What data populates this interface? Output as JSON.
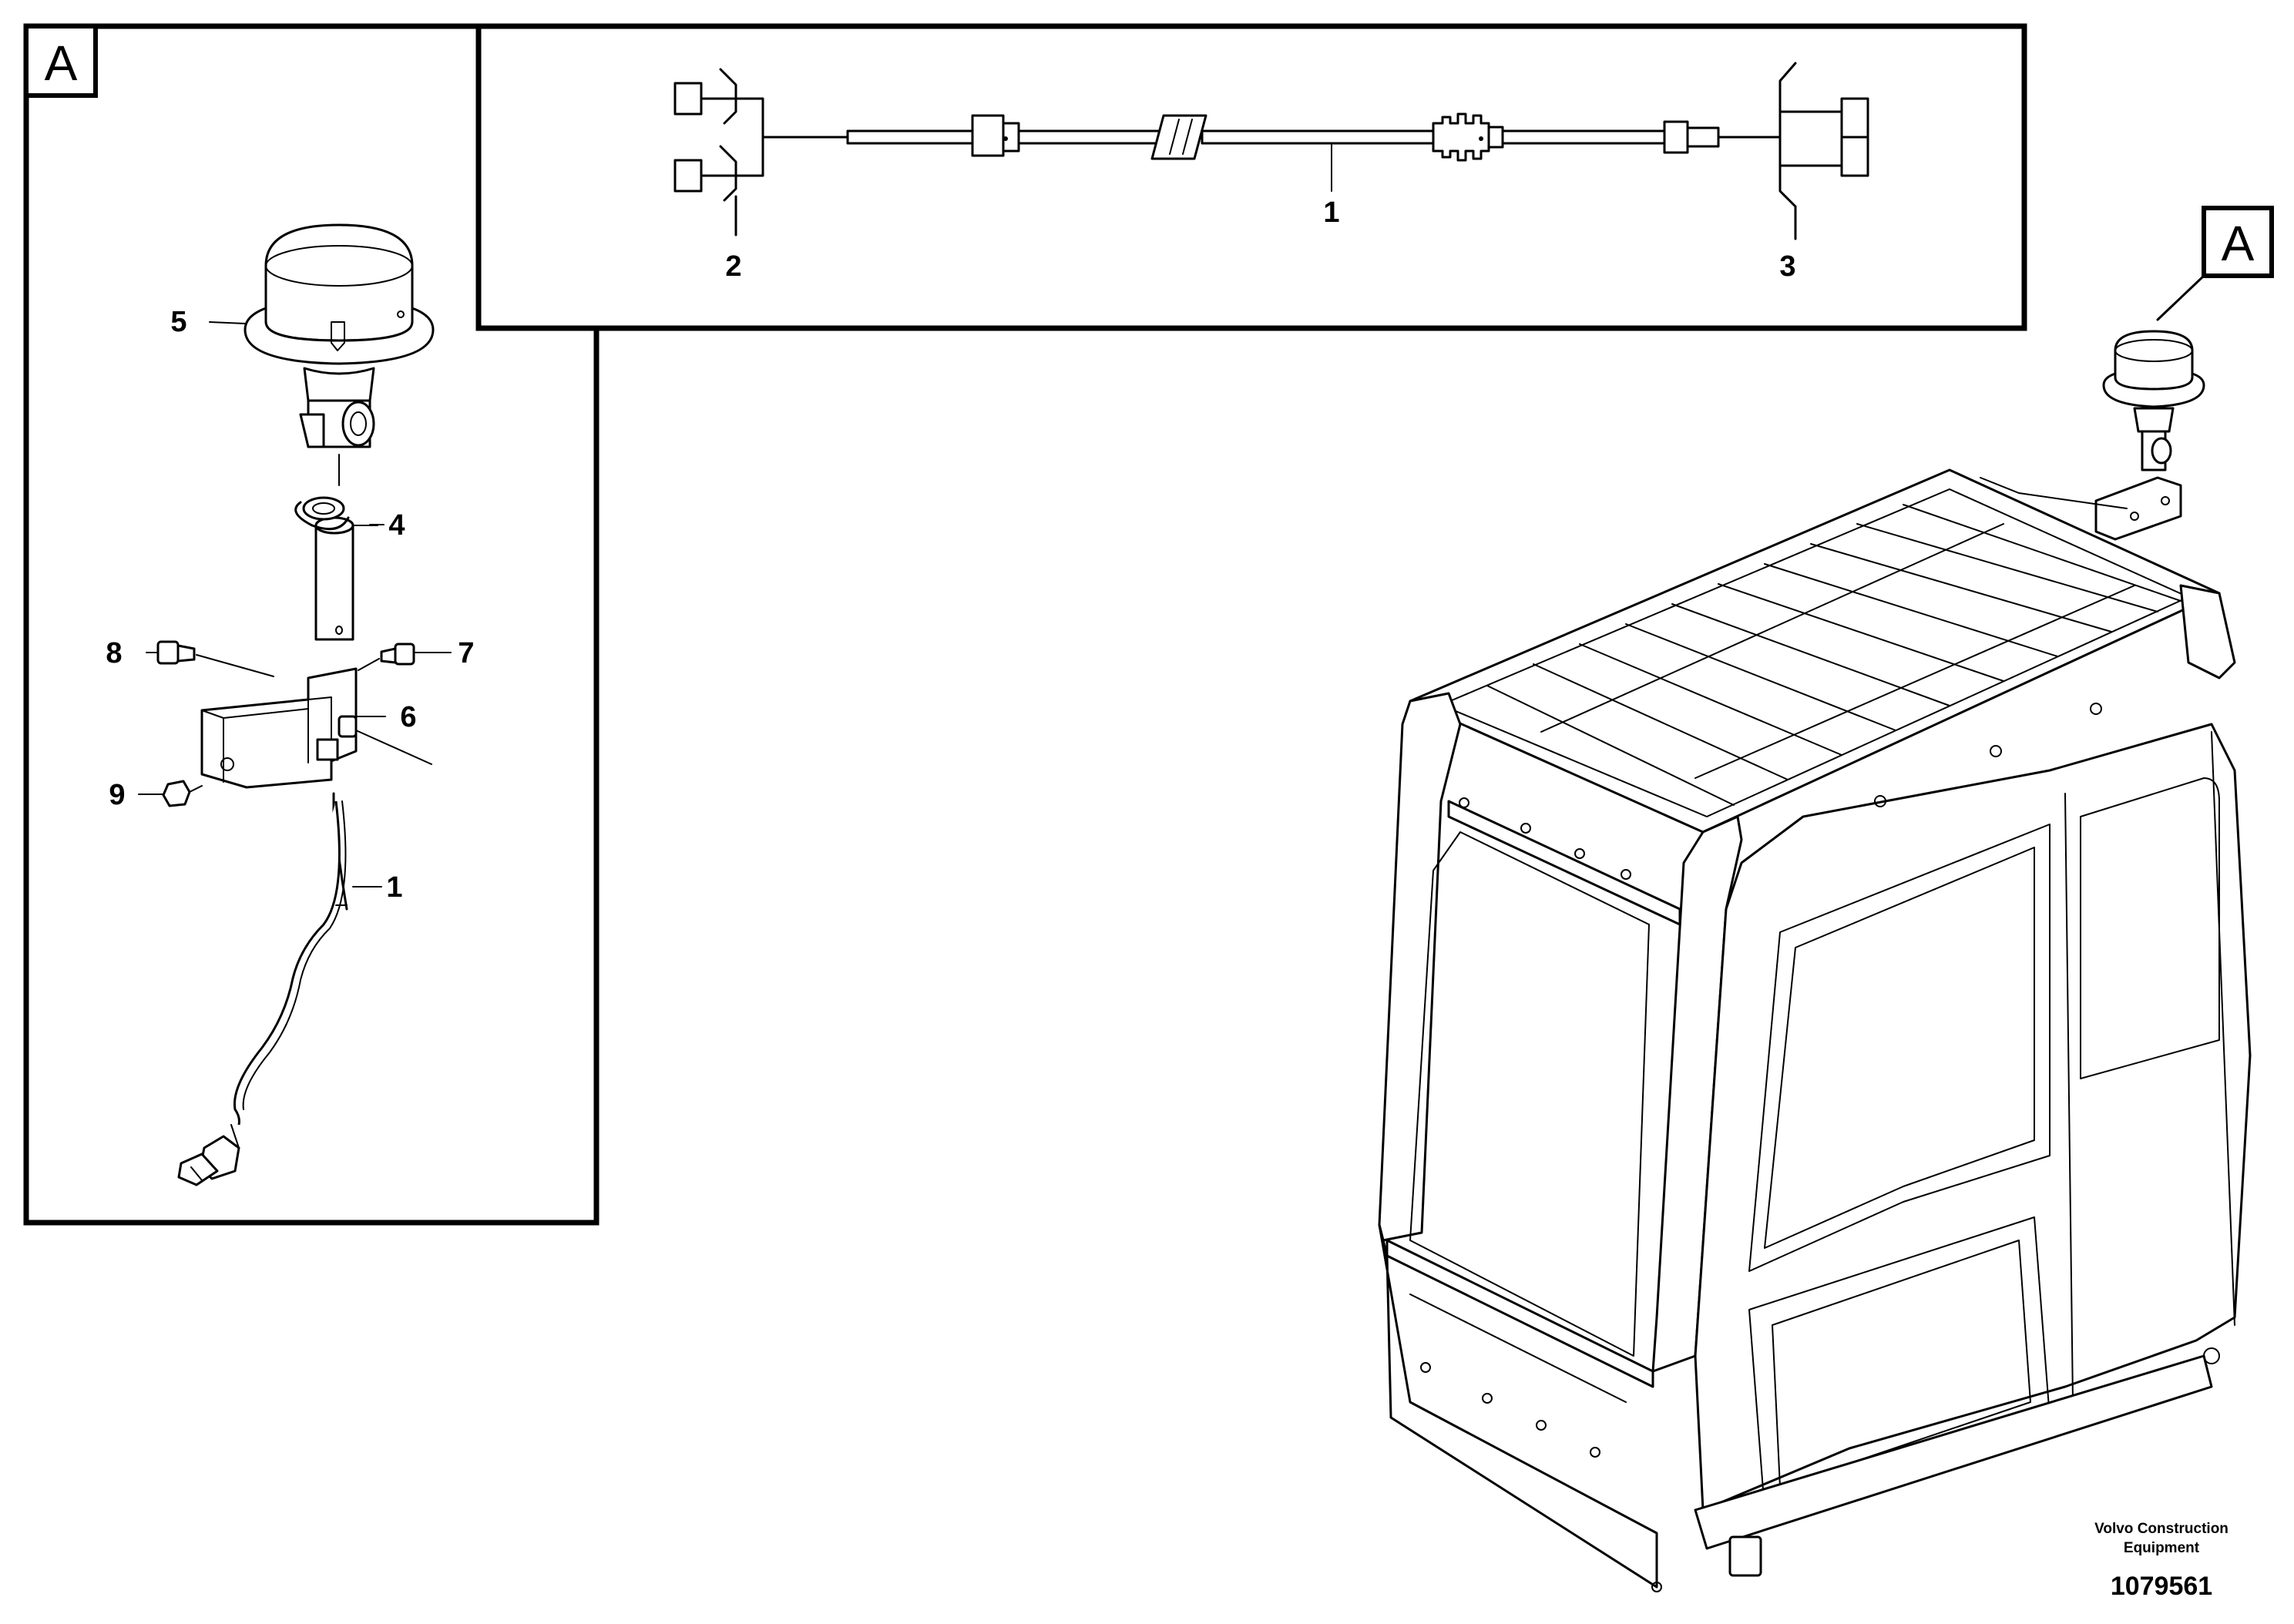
{
  "detail_box": {
    "view_label": "A",
    "parts": [
      {
        "id": "lamp",
        "label": "5"
      },
      {
        "id": "pin",
        "label": "4"
      },
      {
        "id": "screw_left",
        "label": "8"
      },
      {
        "id": "screw_right",
        "label": "7"
      },
      {
        "id": "bracket",
        "label": "6"
      },
      {
        "id": "nut",
        "label": "9"
      },
      {
        "id": "harness",
        "label": "1"
      }
    ]
  },
  "wiring_box": {
    "parts": [
      {
        "id": "cable",
        "label": "1"
      },
      {
        "id": "connector_left",
        "label": "2"
      },
      {
        "id": "connector_right",
        "label": "3"
      }
    ]
  },
  "cab_view": {
    "view_label": "A"
  },
  "footer": {
    "manufacturer_line1": "Volvo Construction",
    "manufacturer_line2": "Equipment",
    "drawing_number": "1079561"
  }
}
